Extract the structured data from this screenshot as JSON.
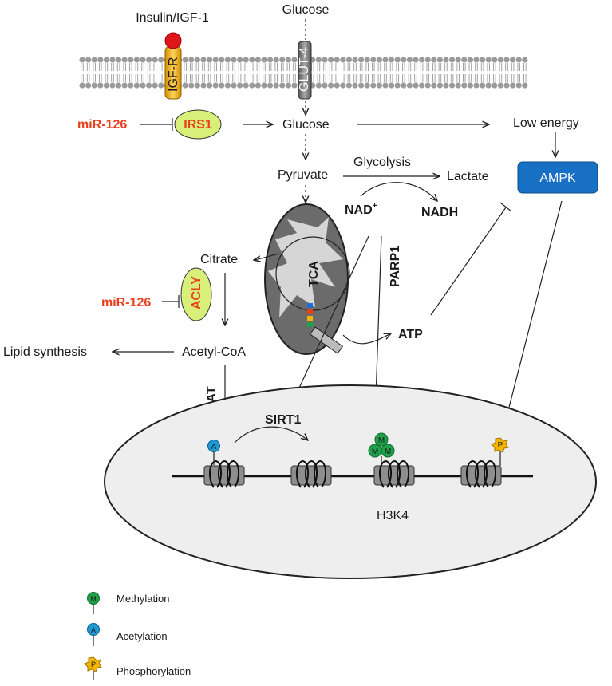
{
  "membrane": {
    "ligand_label": "Insulin/IGF-1",
    "receptor_label": "IGF-R",
    "transporter_label": "GLUT-4",
    "glucose_outside": "Glucose"
  },
  "pathway": {
    "mir126_top": "miR-126",
    "irs1": "IRS1",
    "glucose_inside": "Glucose",
    "low_energy": "Low energy",
    "ampk": "AMPK",
    "pyruvate": "Pyruvate",
    "glycolysis": "Glycolysis",
    "lactate": "Lactate",
    "nad": "NAD",
    "nad_sup": "+",
    "nadh": "NADH",
    "parp1": "PARP1",
    "tca": "TCA",
    "citrate": "Citrate",
    "atp": "ATP",
    "mir126_bottom": "miR-126",
    "acly": "ACLY",
    "acetyl_coa": "Acetyl-CoA",
    "lipid_synthesis": "Lipid synthesis",
    "hat": "HAT",
    "sirt1": "SIRT1"
  },
  "nucleus": {
    "h3k4": "H3K4",
    "mark_acetyl": "A",
    "mark_methyl": "M",
    "mark_phospho": "P"
  },
  "legend": {
    "items": [
      {
        "symbol": "M",
        "label": "Methylation",
        "color": "#1fa14a"
      },
      {
        "symbol": "A",
        "label": "Acetylation",
        "color": "#1e9ad6"
      },
      {
        "symbol": "P",
        "label": "Phosphorylation",
        "color": "#f5b400"
      }
    ]
  },
  "colors": {
    "accent_red": "#e8401c",
    "receptor": "#f2b21b",
    "irs1_fill": "#d8ef7a",
    "ampk": "#1770c4",
    "mitochondrion": "#6b6b6b",
    "nucleus_fill": "#eeeeee",
    "membrane": "#9a9a9a"
  }
}
